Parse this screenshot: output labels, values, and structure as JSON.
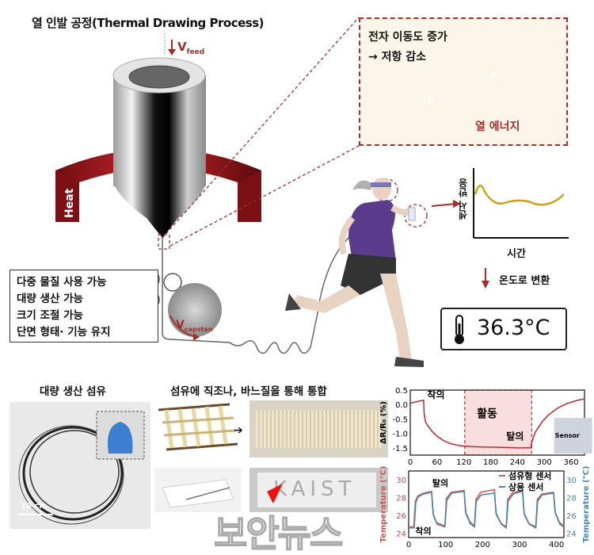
{
  "title": "열 인발 공정(Thermal Drawing Process)",
  "v_feed": {
    "main": "V",
    "sub": "feed"
  },
  "v_capstan": {
    "main": "V",
    "sub": "capstan"
  },
  "heat_label": "Heat",
  "inset": {
    "line1": "전자 이동도 증가",
    "line2": "→ 저항 감소",
    "heat": "열 에너지",
    "electron": "e"
  },
  "features": [
    "다중 물질 사용 가능",
    "대량 생산 가능",
    "크기 조절 가능",
    "단면 형태· 기능 유지"
  ],
  "mini_graph": {
    "ylabel": "센서 반응",
    "xlabel": "시간"
  },
  "convert_label": "온도로 변환",
  "temperature_display": "36.3°C",
  "bottom": {
    "mass_fiber_title": "대량 생산 섬유",
    "scale_bar": "10 cm",
    "integration_title": "섬유에 직조나, 바느질을 통해 통합",
    "kaist_text": "KAIST"
  },
  "watermark": "보안뉴스",
  "chart_data": [
    {
      "type": "line",
      "ylabel": "ΔR/R₀ (%)",
      "xlim": [
        0,
        390
      ],
      "ylim": [
        -1.75,
        0.5
      ],
      "xticks": [
        "0",
        "60",
        "120",
        "180",
        "240",
        "300",
        "360"
      ],
      "yticks": [
        "0.5",
        "0.0",
        "-0.5",
        "-1.0",
        "-1.5"
      ],
      "annotations": {
        "wear": "착의",
        "activity": "활동",
        "remove": "탈의",
        "sensor": "Sensor"
      },
      "activity_range": [
        122,
        272
      ],
      "color": "#c0262d",
      "series": [
        {
          "name": "ΔR/R₀",
          "points": [
            [
              0,
              0.05
            ],
            [
              10,
              0.08
            ],
            [
              20,
              0.12
            ],
            [
              30,
              0.15
            ],
            [
              31,
              -0.3
            ],
            [
              34,
              -0.6
            ],
            [
              40,
              -0.75
            ],
            [
              50,
              -0.95
            ],
            [
              60,
              -1.1
            ],
            [
              75,
              -1.25
            ],
            [
              90,
              -1.35
            ],
            [
              110,
              -1.42
            ],
            [
              130,
              -1.45
            ],
            [
              160,
              -1.47
            ],
            [
              200,
              -1.48
            ],
            [
              240,
              -1.5
            ],
            [
              270,
              -1.5
            ],
            [
              272,
              -1.3
            ],
            [
              280,
              -0.95
            ],
            [
              295,
              -0.6
            ],
            [
              310,
              -0.35
            ],
            [
              330,
              -0.12
            ],
            [
              350,
              0.03
            ],
            [
              370,
              0.13
            ],
            [
              390,
              0.2
            ]
          ]
        }
      ]
    },
    {
      "type": "line",
      "ylabel_left": "Temperature (°C)",
      "ylabel_right": "Temperature (°C)",
      "xlim": [
        0,
        420
      ],
      "ylim": [
        23.5,
        31
      ],
      "xticks": [
        "0",
        "100",
        "200",
        "300",
        "400"
      ],
      "yticks": [
        "24",
        "26",
        "28",
        "30"
      ],
      "annotations": {
        "wear": "착의",
        "remove": "탈의"
      },
      "legend": [
        "섬유형 센서",
        "상용 센서"
      ],
      "series": [
        {
          "name": "섬유형 센서",
          "color": "#d0605a",
          "points": [
            [
              0,
              24.7
            ],
            [
              14,
              24.7
            ],
            [
              18,
              27.6
            ],
            [
              25,
              28.2
            ],
            [
              40,
              28.5
            ],
            [
              62,
              28.7
            ],
            [
              66,
              26.2
            ],
            [
              75,
              25.2
            ],
            [
              98,
              24.8
            ],
            [
              102,
              27.9
            ],
            [
              115,
              28.6
            ],
            [
              150,
              28.8
            ],
            [
              154,
              26.4
            ],
            [
              165,
              25.3
            ],
            [
              178,
              24.8
            ],
            [
              182,
              27.8
            ],
            [
              195,
              28.6
            ],
            [
              232,
              28.9
            ],
            [
              236,
              26.3
            ],
            [
              250,
              25.1
            ],
            [
              264,
              24.7
            ],
            [
              268,
              27.8
            ],
            [
              282,
              28.6
            ],
            [
              308,
              28.8
            ],
            [
              312,
              26.3
            ],
            [
              325,
              25.1
            ],
            [
              344,
              24.7
            ],
            [
              348,
              27.8
            ],
            [
              360,
              28.4
            ],
            [
              392,
              28.6
            ],
            [
              396,
              26.4
            ],
            [
              408,
              25.2
            ],
            [
              420,
              24.8
            ]
          ]
        },
        {
          "name": "상용 센서",
          "color": "#4a86a8",
          "points": [
            [
              0,
              24.6
            ],
            [
              15,
              24.6
            ],
            [
              19,
              27.4
            ],
            [
              26,
              28.1
            ],
            [
              40,
              28.4
            ],
            [
              62,
              28.6
            ],
            [
              67,
              26.0
            ],
            [
              77,
              25.0
            ],
            [
              98,
              24.7
            ],
            [
              103,
              27.7
            ],
            [
              116,
              28.5
            ],
            [
              150,
              28.7
            ],
            [
              155,
              26.2
            ],
            [
              166,
              25.1
            ],
            [
              178,
              24.7
            ],
            [
              183,
              27.6
            ],
            [
              196,
              28.3
            ],
            [
              232,
              28.5
            ],
            [
              237,
              26.1
            ],
            [
              251,
              25.0
            ],
            [
              264,
              24.6
            ],
            [
              269,
              27.6
            ],
            [
              283,
              28.4
            ],
            [
              308,
              28.7
            ],
            [
              313,
              26.1
            ],
            [
              326,
              25.0
            ],
            [
              344,
              24.6
            ],
            [
              349,
              27.6
            ],
            [
              361,
              28.3
            ],
            [
              392,
              28.5
            ],
            [
              397,
              26.2
            ],
            [
              409,
              25.0
            ],
            [
              420,
              24.7
            ]
          ]
        }
      ]
    }
  ]
}
